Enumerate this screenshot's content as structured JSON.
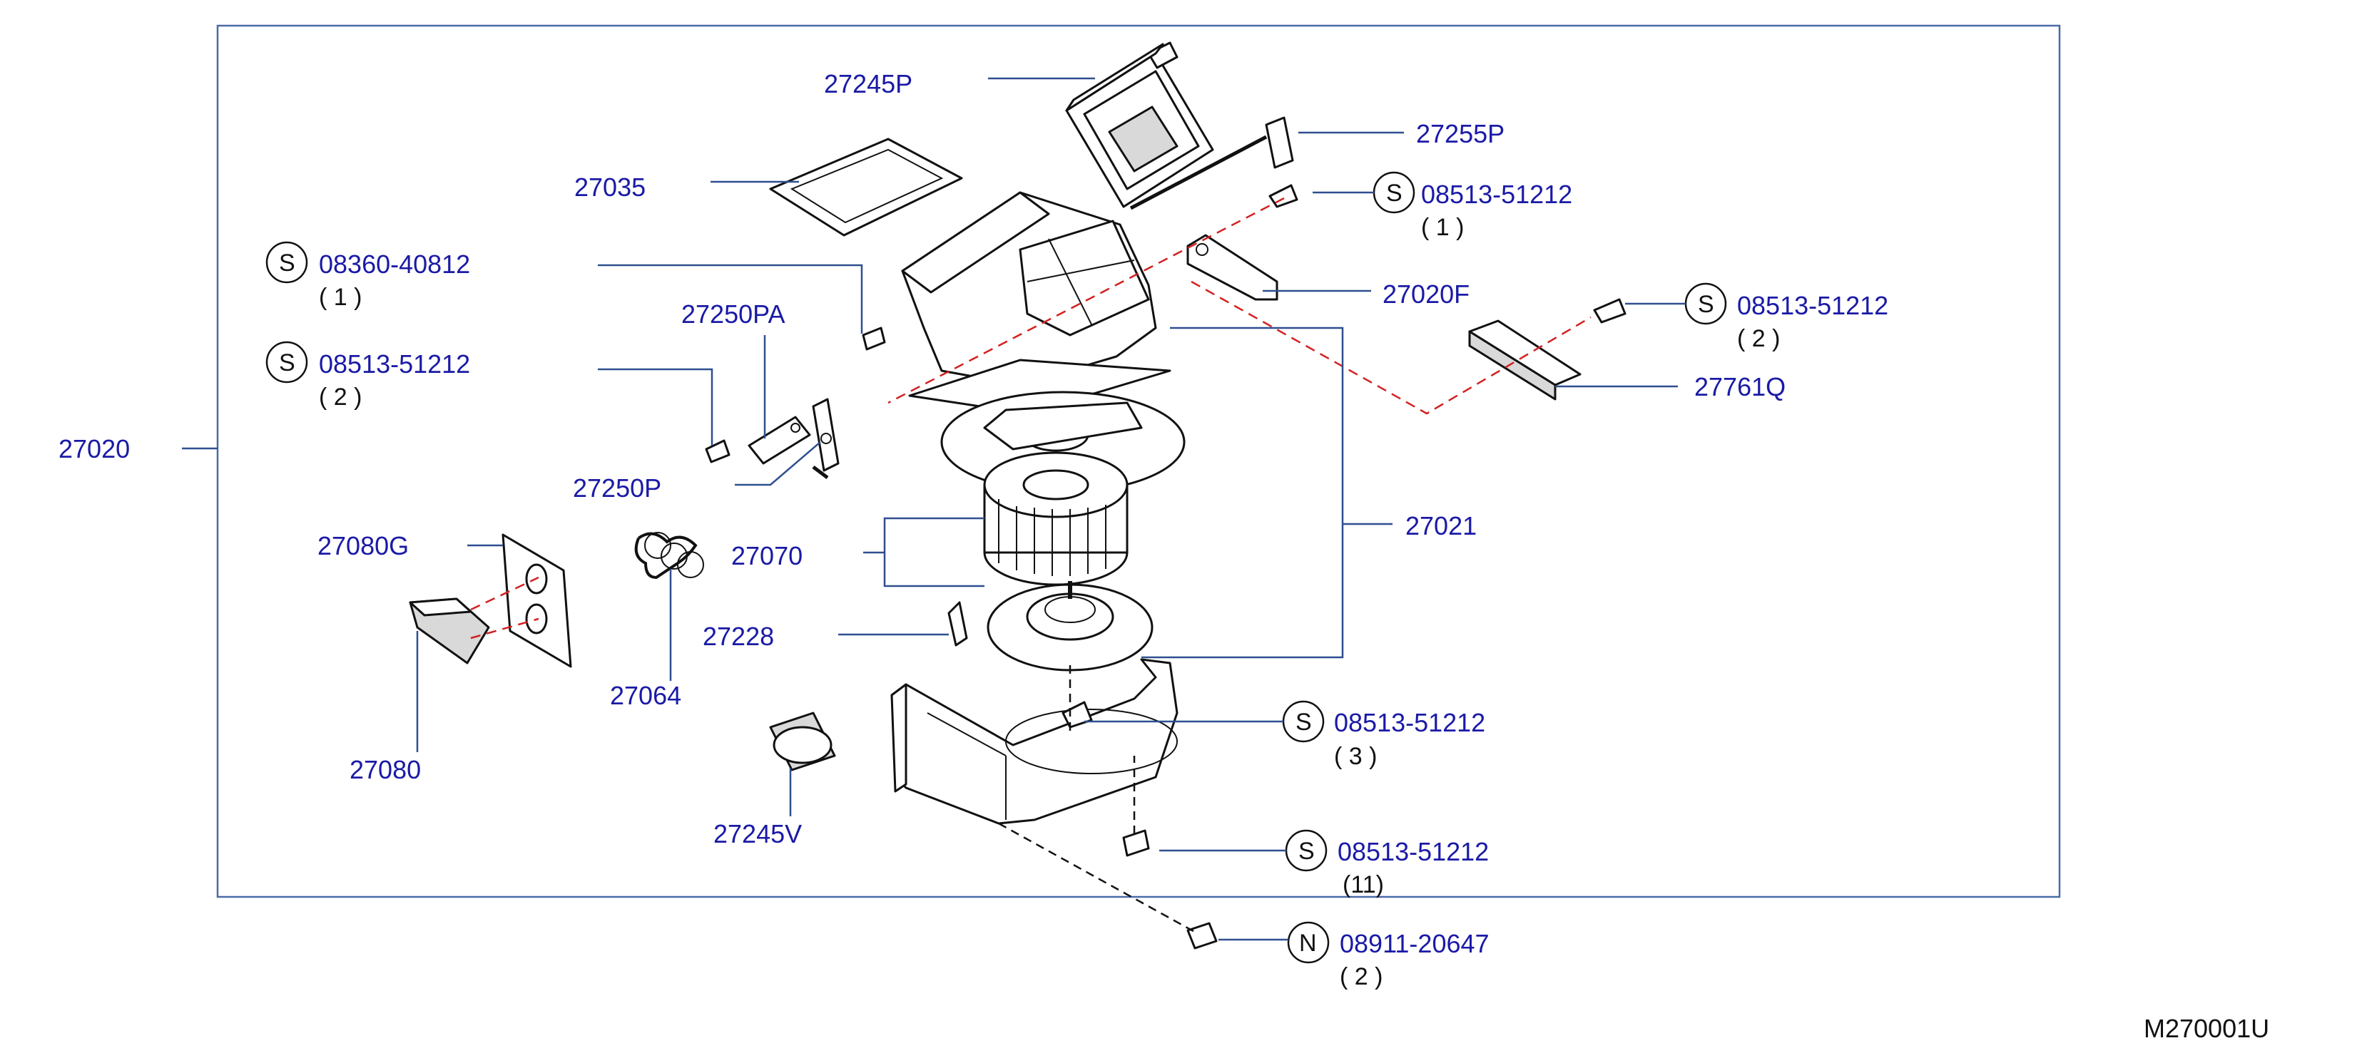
{
  "diagram_code": "M270001U",
  "assembly": {
    "part_no": "27020"
  },
  "parts": {
    "p27245P": "27245P",
    "p27255P": "27255P",
    "p27035": "27035",
    "p27250PA": "27250PA",
    "p27250P": "27250P",
    "p27020F": "27020F",
    "p27761Q": "27761Q",
    "p27021": "27021",
    "p27080G": "27080G",
    "p27070": "27070",
    "p27228": "27228",
    "p27064": "27064",
    "p27080": "27080",
    "p27245V": "27245V"
  },
  "fasteners": [
    {
      "mark": "S",
      "part_no": "08513-51212",
      "qty": "( 1 )"
    },
    {
      "mark": "S",
      "part_no": "08360-40812",
      "qty": "( 1 )"
    },
    {
      "mark": "S",
      "part_no": "08513-51212",
      "qty": "( 2 )"
    },
    {
      "mark": "S",
      "part_no": "08513-51212",
      "qty": "( 2 )"
    },
    {
      "mark": "S",
      "part_no": "08513-51212",
      "qty": "( 3 )"
    },
    {
      "mark": "S",
      "part_no": "08513-51212",
      "qty": "(11)"
    },
    {
      "mark": "N",
      "part_no": "08911-20647",
      "qty": "( 2 )"
    }
  ],
  "colors": {
    "callout": "#1a1aa6",
    "leader": "#2f4f8f",
    "frame": "#4a6aa8",
    "guide_dash": "#d42020"
  }
}
